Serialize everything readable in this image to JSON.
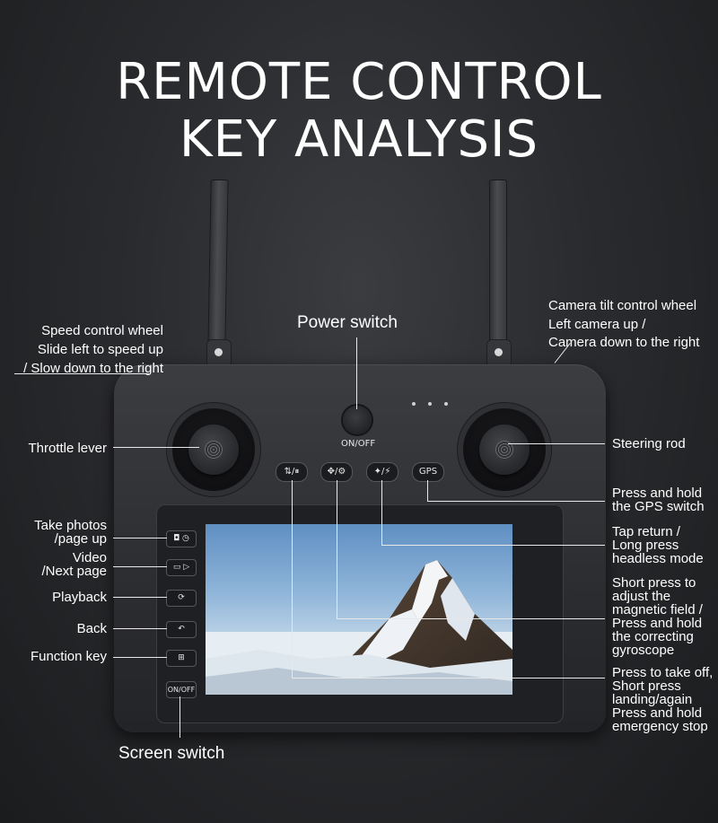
{
  "title": {
    "line1": "REMOTE CONTROL",
    "line2": "KEY ANALYSIS"
  },
  "labels": {
    "speed_wheel": [
      "Speed control wheel",
      "Slide left to speed up",
      "/ Slow down to the right"
    ],
    "power_switch": "Power switch",
    "camera_tilt": [
      "Camera tilt control wheel",
      "Left camera up /",
      "Camera down to the right"
    ],
    "throttle": "Throttle lever",
    "steering": "Steering rod",
    "gps": [
      "Press and hold",
      "the GPS switch"
    ],
    "take_photos": [
      "Take photos",
      "/page up"
    ],
    "video": [
      "Video",
      "/Next page"
    ],
    "playback": "Playback",
    "back": "Back",
    "function_key": "Function key",
    "screen_switch": "Screen switch",
    "tap_return": [
      "Tap return /",
      "Long press",
      "headless mode"
    ],
    "short_press": [
      "Short press to",
      "adjust the",
      "magnetic field /",
      "Press and hold",
      "the correcting",
      "gyroscope"
    ],
    "take_off": [
      "Press to take off,",
      "Short press",
      "landing/again",
      "Press and hold",
      "emergency stop"
    ]
  },
  "controller": {
    "power_caption": "ON/OFF",
    "top_buttons": [
      "⇅/⏸",
      "✥/⚙",
      "✦/⚡",
      "GPS"
    ],
    "screen_switch_button": "ON/OFF",
    "side_buttons": [
      "◘ ◷",
      "▭ ▷",
      "⟳",
      "↶",
      "⊞"
    ]
  },
  "icons": {
    "antenna_left": "antenna-icon",
    "antenna_right": "antenna-icon",
    "throttle_stick": "joystick-icon",
    "steering_stick": "joystick-icon"
  },
  "colors": {
    "background": "#2a2b2e",
    "text": "#ffffff",
    "lines": "#e8e8e8"
  }
}
